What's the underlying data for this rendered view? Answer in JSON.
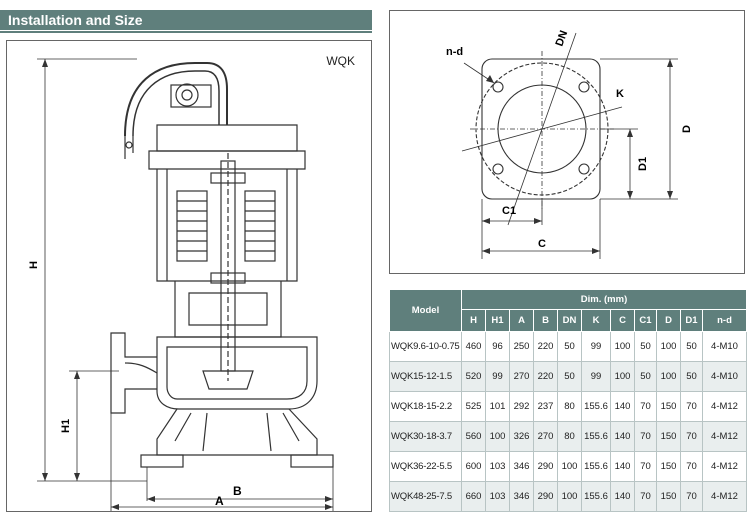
{
  "header": {
    "title": "Installation and Size"
  },
  "pump_drawing": {
    "model_label": "WQK",
    "dims": {
      "h": "H",
      "h1": "H1",
      "a": "A",
      "b": "B"
    }
  },
  "flange_drawing": {
    "labels": {
      "nd": "n-d",
      "dn": "DN",
      "k": "K",
      "d": "D",
      "d1": "D1",
      "c1": "C1",
      "c": "C"
    }
  },
  "table": {
    "model_header": "Model",
    "dim_header": "Dim. (mm)",
    "columns": [
      "H",
      "H1",
      "A",
      "B",
      "DN",
      "K",
      "C",
      "C1",
      "D",
      "D1",
      "n-d"
    ],
    "rows": [
      [
        "WQK9.6-10-0.75",
        "460",
        "96",
        "250",
        "220",
        "50",
        "99",
        "100",
        "50",
        "100",
        "50",
        "4-M10"
      ],
      [
        "WQK15-12-1.5",
        "520",
        "99",
        "270",
        "220",
        "50",
        "99",
        "100",
        "50",
        "100",
        "50",
        "4-M10"
      ],
      [
        "WQK18-15-2.2",
        "525",
        "101",
        "292",
        "237",
        "80",
        "155.6",
        "140",
        "70",
        "150",
        "70",
        "4-M12"
      ],
      [
        "WQK30-18-3.7",
        "560",
        "100",
        "326",
        "270",
        "80",
        "155.6",
        "140",
        "70",
        "150",
        "70",
        "4-M12"
      ],
      [
        "WQK36-22-5.5",
        "600",
        "103",
        "346",
        "290",
        "100",
        "155.6",
        "140",
        "70",
        "150",
        "70",
        "4-M12"
      ],
      [
        "WQK48-25-7.5",
        "660",
        "103",
        "346",
        "290",
        "100",
        "155.6",
        "140",
        "70",
        "150",
        "70",
        "4-M12"
      ]
    ]
  },
  "colors": {
    "header_bg": "#5f7f7c",
    "row_alt": "#e9eeee",
    "line": "#333333"
  }
}
